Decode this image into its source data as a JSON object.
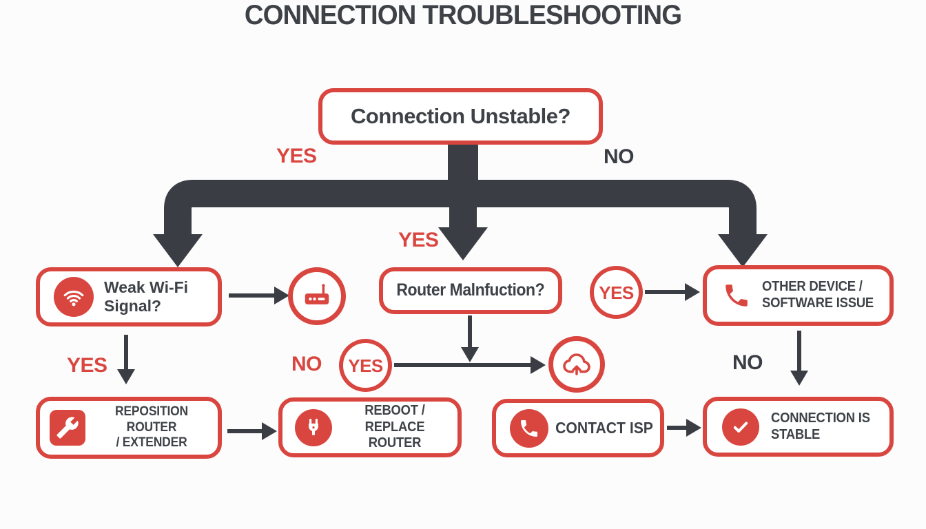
{
  "title": "CONNECTION TROUBLESHOOTING",
  "colors": {
    "red": "#d9463f",
    "dark": "#3a3e44",
    "text": "#3e4247",
    "bg": "#fcfcfd"
  },
  "root": {
    "label": "Connection Unstable?"
  },
  "branch_labels": {
    "yes_top_left": "YES",
    "no_top_right": "NO",
    "yes_center": "YES",
    "no_mid_left": "NO",
    "yes_mid_circle": "YES",
    "yes_right_circle": "YES",
    "no_mid_right": "NO",
    "yes_bottom_left": "YES"
  },
  "nodes": {
    "weak_wifi": {
      "line1": "Weak Wi-Fi",
      "line2": "Signal?",
      "icon": "wifi-icon"
    },
    "router_malfunction": {
      "label": "Router Malnfuction?"
    },
    "other_device": {
      "line1": "OTHER DEVICE /",
      "line2": "SOFTWARE ISSUE",
      "icon": "phone-icon"
    },
    "reposition_router": {
      "line1": "REPOSITION ROUTER",
      "line2": "/ EXTENDER",
      "icon": "wrench-icon"
    },
    "reboot_router": {
      "line1": "REBOOT / REPLACE",
      "line2": "ROUTER",
      "icon": "plug-icon"
    },
    "contact_isp": {
      "label": "CONTACT ISP",
      "icon": "phone-icon"
    },
    "connection_stable": {
      "line1": "CONNECTION IS",
      "line2": "STABLE",
      "icon": "check-icon"
    }
  },
  "standalone_icons": {
    "router": "router-icon",
    "cloud_upload": "cloud-upload-icon"
  }
}
